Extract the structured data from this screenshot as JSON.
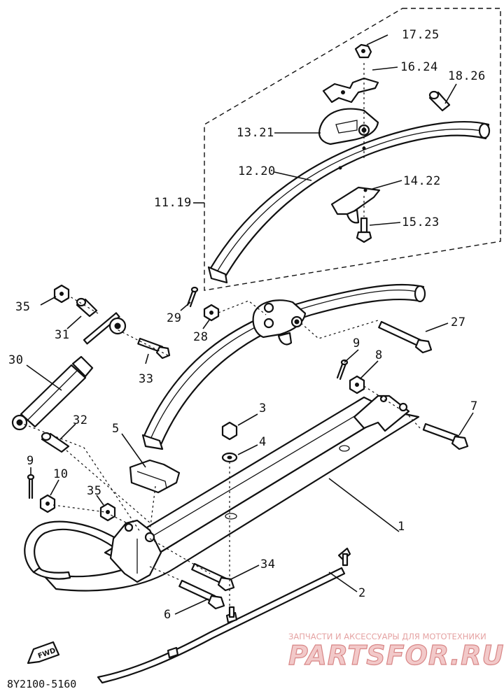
{
  "diagram_code": "8Y2100-5160",
  "fwd_label": "FWD",
  "watermark": {
    "caption": "ЗАПЧАСТИ И АКСЕССУАРЫ ДЛЯ МОТОТЕХНИКИ",
    "brand": "PARTSFOR.RU"
  },
  "callouts": {
    "c1": "1",
    "c2": "2",
    "c3": "3",
    "c4": "4",
    "c5": "5",
    "c6": "6",
    "c7": "7",
    "c8": "8",
    "c9a": "9",
    "c9b": "9",
    "c10": "10",
    "c11_19": "11.19",
    "c12_20": "12.20",
    "c13_21": "13.21",
    "c14_22": "14.22",
    "c15_23": "15.23",
    "c16_24": "16.24",
    "c17_25": "17.25",
    "c18_26": "18.26",
    "c27": "27",
    "c28": "28",
    "c29": "29",
    "c30": "30",
    "c31": "31",
    "c32": "32",
    "c33": "33",
    "c34": "34",
    "c35a": "35",
    "c35b": "35"
  }
}
